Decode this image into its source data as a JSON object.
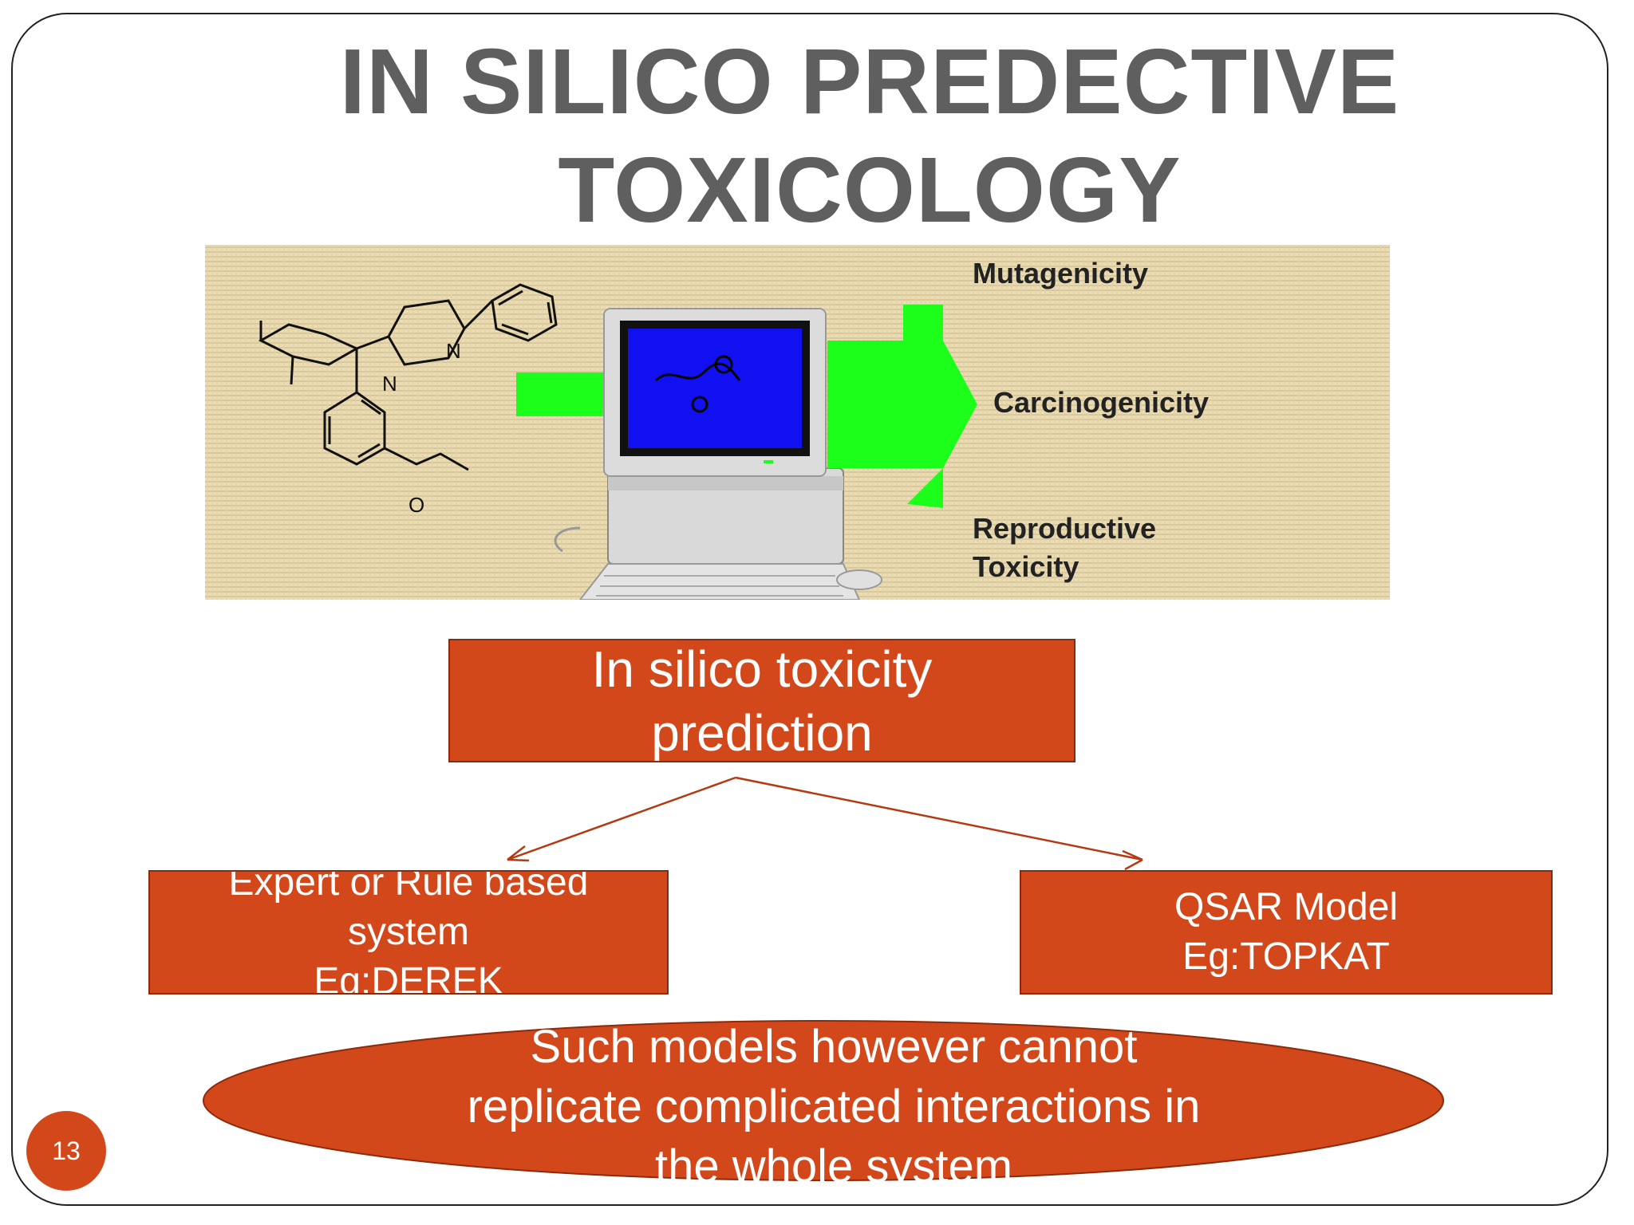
{
  "slide": {
    "title_line1": "IN SILICO PREDECTIVE",
    "title_line2": "TOXICOLOGY",
    "page_number": "13"
  },
  "illustration": {
    "molecule_atoms": {
      "n1": "N",
      "n2": "N",
      "o": "O"
    },
    "labels": {
      "mutagenicity": "Mutagenicity",
      "carcinogenicity": "Carcinogenicity",
      "reproductive_line1": "Reproductive",
      "reproductive_line2": "Toxicity"
    },
    "colors": {
      "background": "#eadcb4",
      "arrow": "#1bff1b",
      "screen": "#1010f0"
    }
  },
  "flowchart": {
    "main_box": "In silico toxicity\nprediction",
    "left_box": "Expert or Rule based\nsystem\nEg:DEREK",
    "right_box": "QSAR Model\nEg:TOPKAT",
    "conclusion": "Such models however cannot\nreplicate complicated interactions   in\nthe whole system"
  },
  "colors": {
    "box_fill": "#d2481b",
    "box_border": "#8e2a0c",
    "title": "#5f5f5f",
    "text_on_box": "#ffffff"
  }
}
